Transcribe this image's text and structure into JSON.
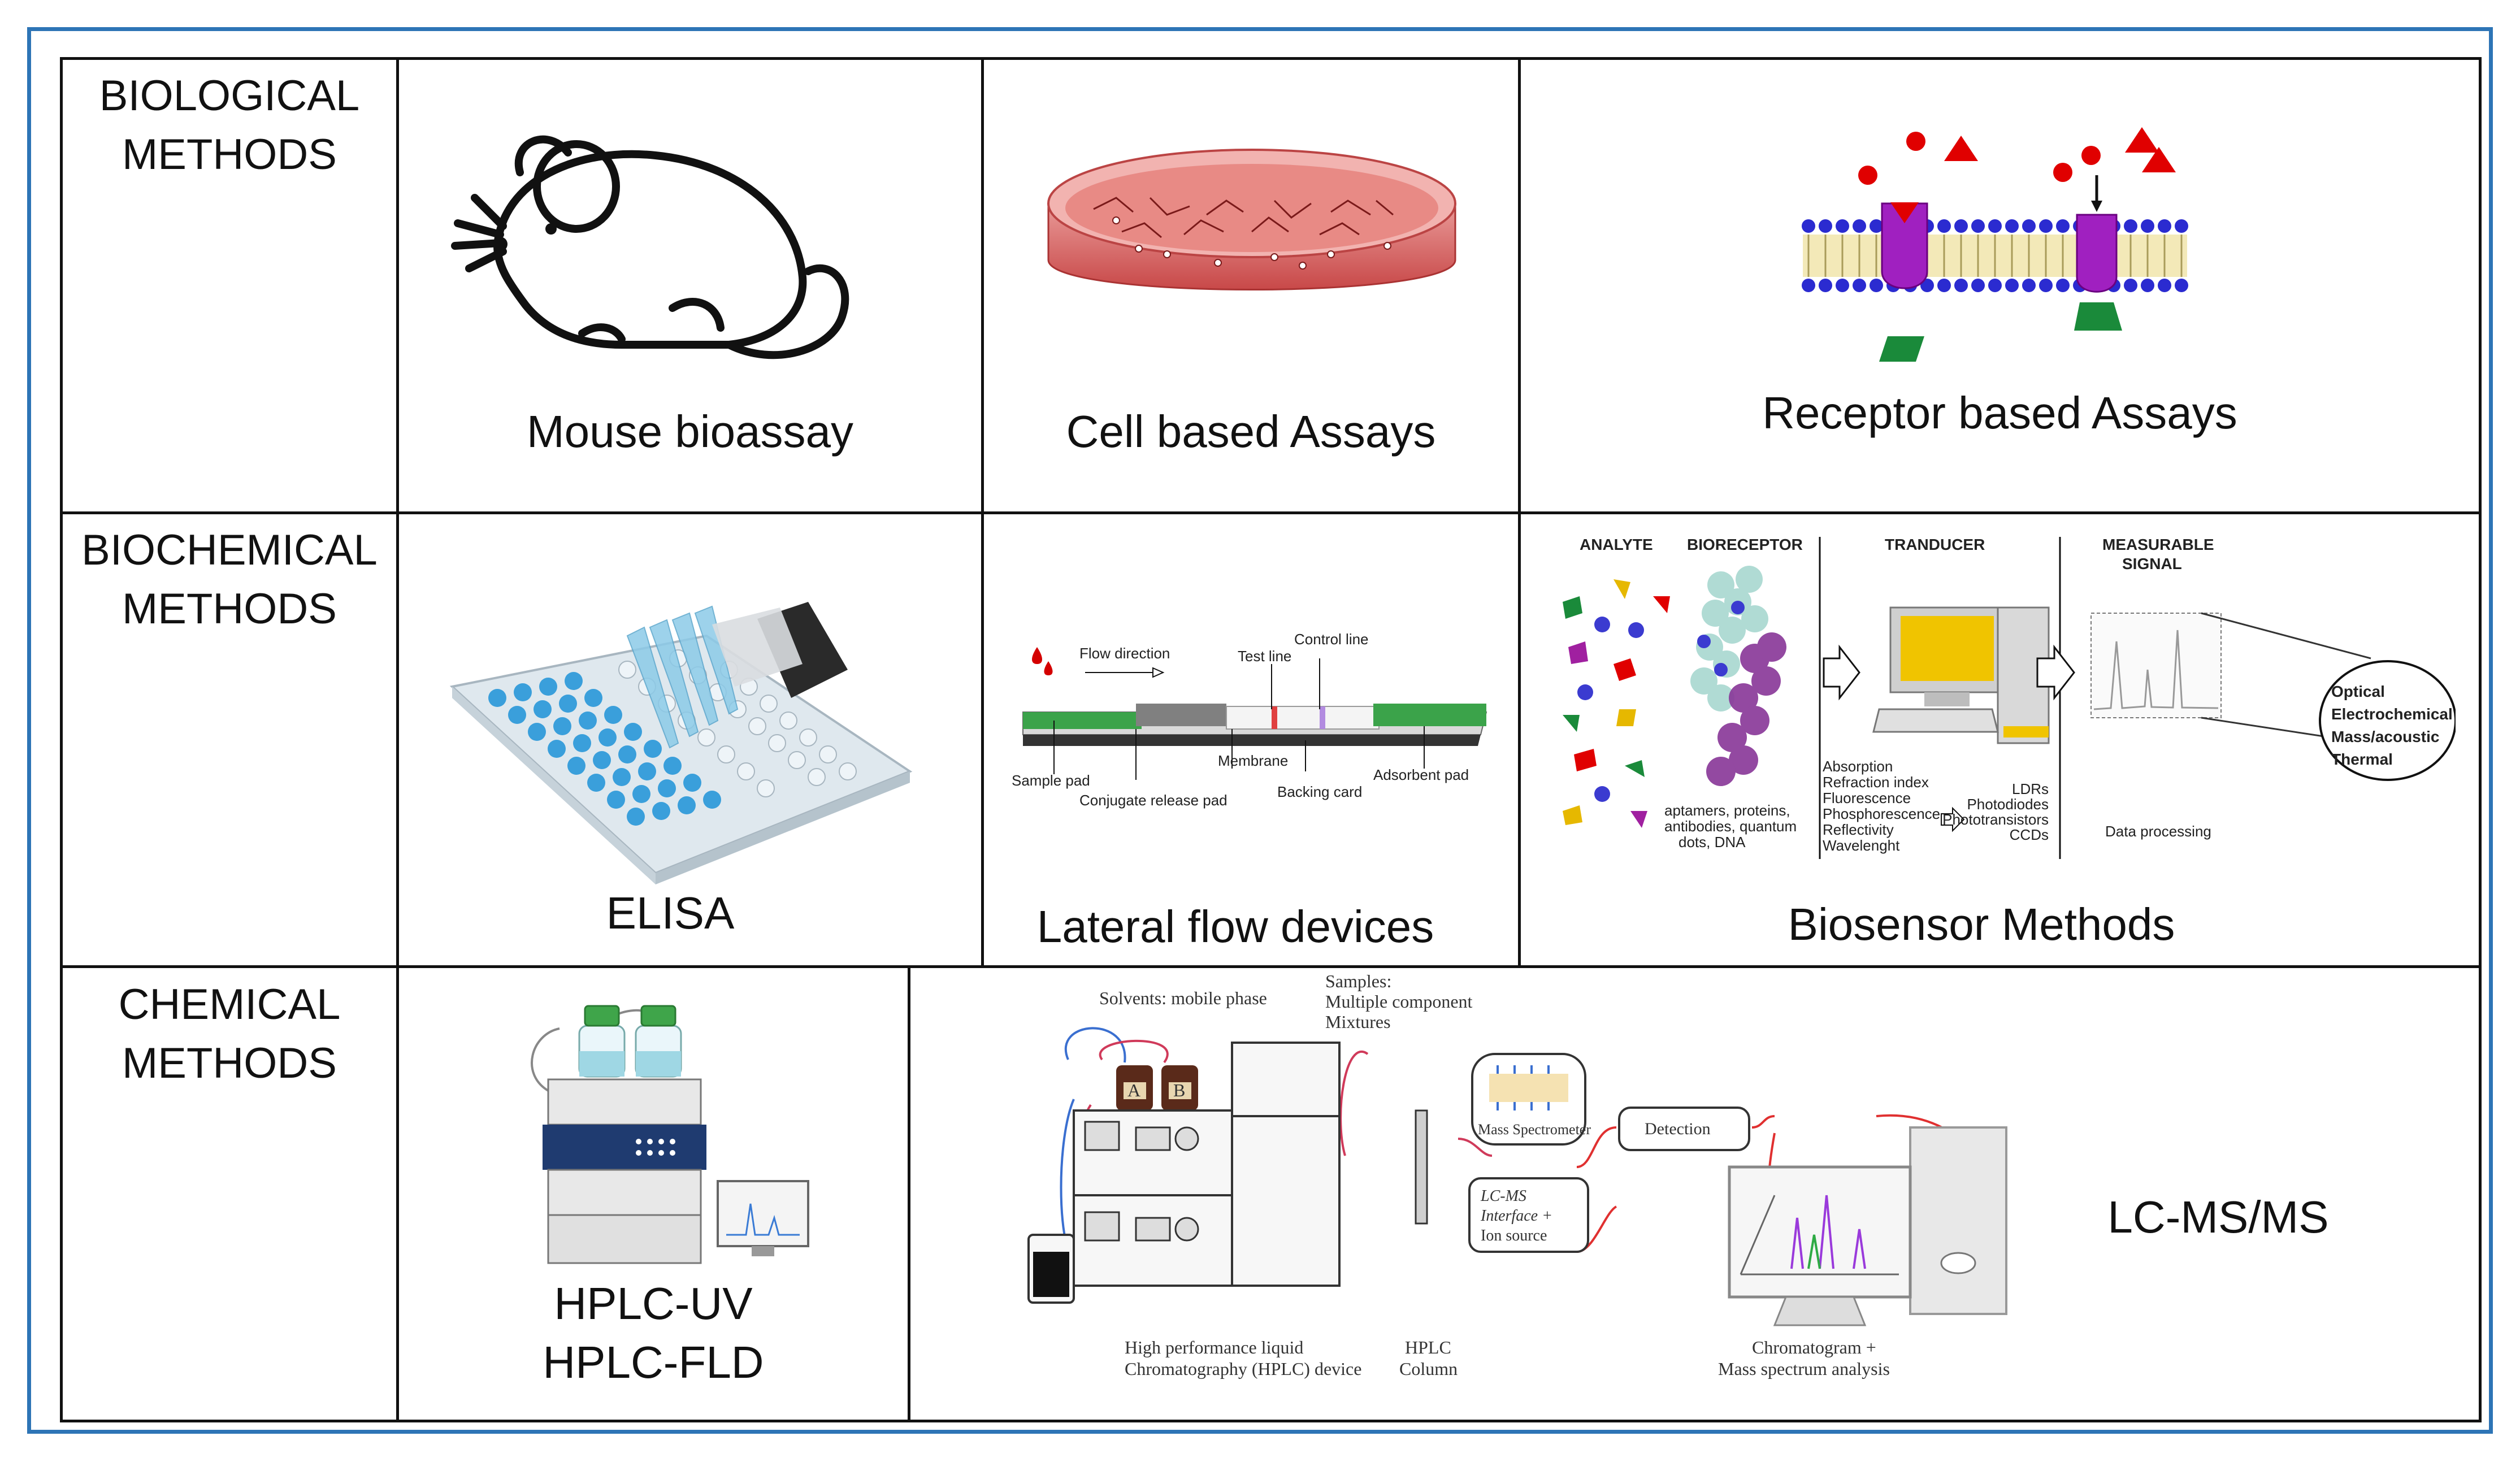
{
  "rows": [
    {
      "label_line1": "BIOLOGICAL",
      "label_line2": "METHODS",
      "cells": [
        {
          "caption": "Mouse bioassay"
        },
        {
          "caption": "Cell based Assays"
        },
        {
          "caption": "Receptor based Assays"
        }
      ]
    },
    {
      "label_line1": "BIOCHEMICAL",
      "label_line2": "METHODS",
      "cells": [
        {
          "caption": "ELISA"
        },
        {
          "caption": "Lateral flow devices"
        },
        {
          "caption": "Biosensor Methods"
        }
      ]
    },
    {
      "label_line1": "CHEMICAL",
      "label_line2": "METHODS",
      "cells": [
        {
          "caption_line1": "HPLC-UV",
          "caption_line2": "HPLC-FLD"
        },
        {
          "caption": "LC-MS/MS"
        }
      ]
    }
  ],
  "lateral_flow": {
    "flow_direction": "Flow direction",
    "control_line": "Control line",
    "test_line": "Test line",
    "membrane": "Membrane",
    "sample_pad": "Sample pad",
    "conjugate_release_pad": "Conjugate release pad",
    "backing_card": "Backing card",
    "adsorbent_pad": "Adsorbent pad"
  },
  "biosensor": {
    "analyte": "ANALYTE",
    "bioreceptor": "BIORECEPTOR",
    "tranducer": "TRANDUCER",
    "measurable_signal_1": "MEASURABLE",
    "measurable_signal_2": "SIGNAL",
    "receptor_types": [
      "aptamers, proteins,",
      "antibodies, quantum",
      "dots, DNA"
    ],
    "properties": [
      "Absorption",
      "Refraction index",
      "Fluorescence",
      "Phosphorescence",
      "Reflectivity",
      "Wavelenght"
    ],
    "detectors": [
      "LDRs",
      "Photodiodes",
      "Phototransistors",
      "CCDs"
    ],
    "data_processing": "Data processing",
    "signal_types": [
      "Optical",
      "Electrochemical",
      "Mass/acoustic",
      "Thermal"
    ]
  },
  "lcms": {
    "solvents": "Solvents: mobile phase",
    "samples": [
      "Samples:",
      "Multiple component",
      "Mixtures"
    ],
    "bottle_a": "A",
    "bottle_b": "B",
    "mass_spectrometer": "Mass Spectrometer",
    "detection": "Detection",
    "interface": [
      "LC-MS",
      "Interface +",
      "Ion source"
    ],
    "hplc_device": [
      "High performance liquid",
      "Chromatography (HPLC) device"
    ],
    "hplc_column": [
      "HPLC",
      "Column"
    ],
    "chromatogram": [
      "Chromatogram +",
      "Mass spectrum analysis"
    ]
  },
  "colors": {
    "frame": "#2e75b6",
    "grid": "#111111",
    "membrane": "#6fbf4a",
    "receptor": "#a020c0"
  }
}
